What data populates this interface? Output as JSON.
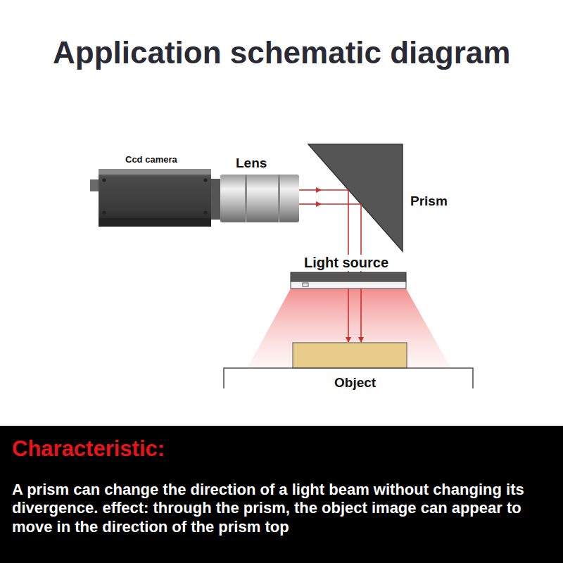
{
  "diagram": {
    "title": "Application schematic diagram",
    "nodes": [
      {
        "text": [
          "Characteristic:",
          "A prism can change the direction of a light beam without changing its divergence. effect: through the prism, the object image can appear to move in the direction of the prism top"
        ]
      }
    ],
    "labels": [
      "Ccd camera",
      "Lens",
      "Prism",
      "Light source",
      "Object"
    ]
  }
}
